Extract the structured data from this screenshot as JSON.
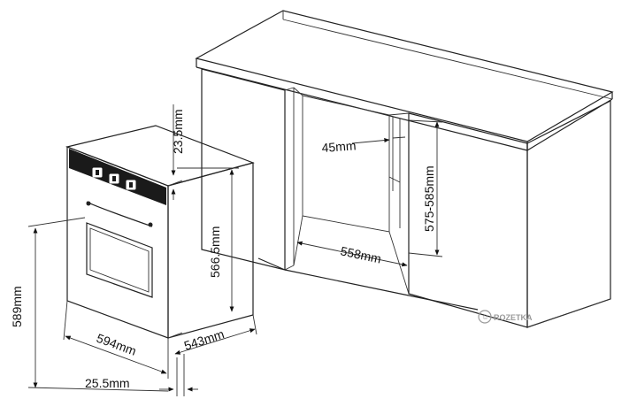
{
  "dimensions": {
    "niche_depth": "45mm",
    "niche_height": "575-585mm",
    "niche_width": "558mm",
    "top_gap": "23.5mm",
    "oven_body_height": "566.5mm",
    "oven_total_height": "589mm",
    "oven_width": "594mm",
    "oven_depth": "543mm",
    "front_thickness": "25.5mm"
  },
  "watermark": {
    "brand": "ROZETKA"
  },
  "colors": {
    "line": "#222222",
    "oven_panel": "#1a1a1a",
    "watermark": "#9a9a9a"
  }
}
